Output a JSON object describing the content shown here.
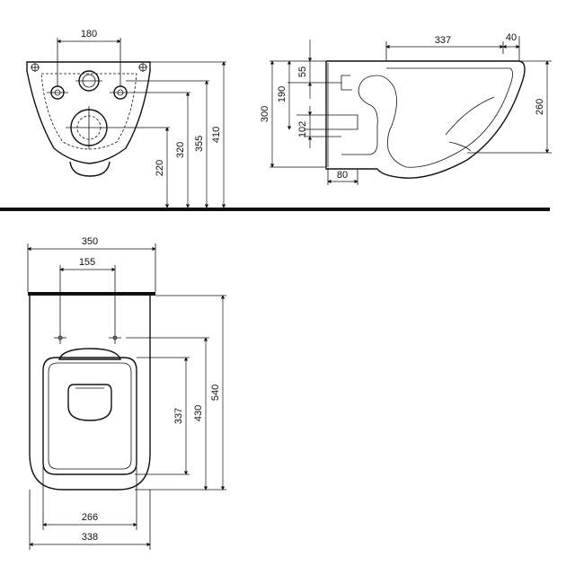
{
  "front_view": {
    "dims": {
      "top_width": "180",
      "h_220": "220",
      "h_320": "320",
      "h_355": "355",
      "h_410": "410"
    }
  },
  "side_view": {
    "dims": {
      "depth_top": "337",
      "offset_top": "40",
      "h_55": "55",
      "h_190": "190",
      "h_300": "300",
      "h_102": "102",
      "h_260": "260",
      "w_80": "80"
    }
  },
  "top_view": {
    "dims": {
      "w_350": "350",
      "w_155": "155",
      "h_337": "337",
      "h_430": "430",
      "h_540": "540",
      "w_266": "266",
      "w_338": "338"
    }
  }
}
